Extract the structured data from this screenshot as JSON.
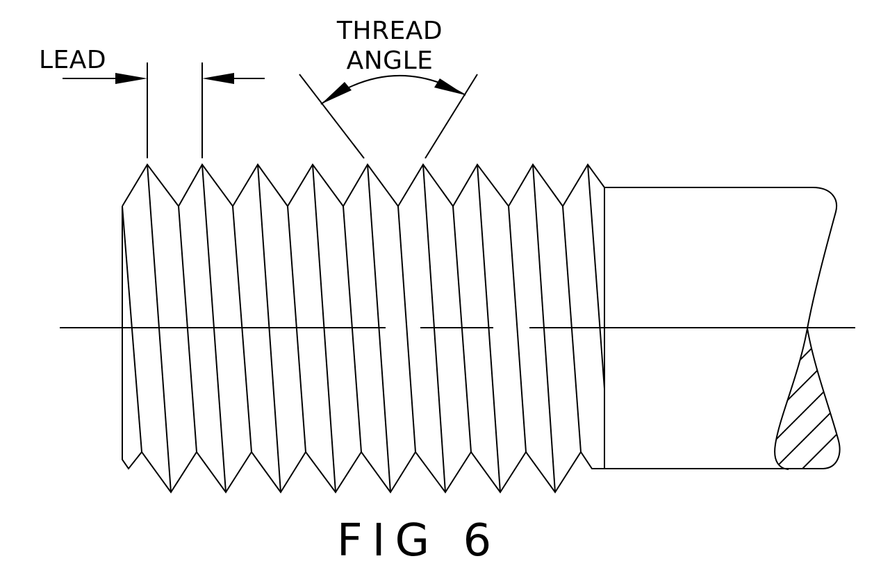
{
  "labels": {
    "lead": "LEAD",
    "thread_angle_line1": "THREAD",
    "thread_angle_line2": "ANGLE",
    "caption": "FIG 6"
  },
  "colors": {
    "ink": "#000000",
    "paper": "#ffffff"
  }
}
